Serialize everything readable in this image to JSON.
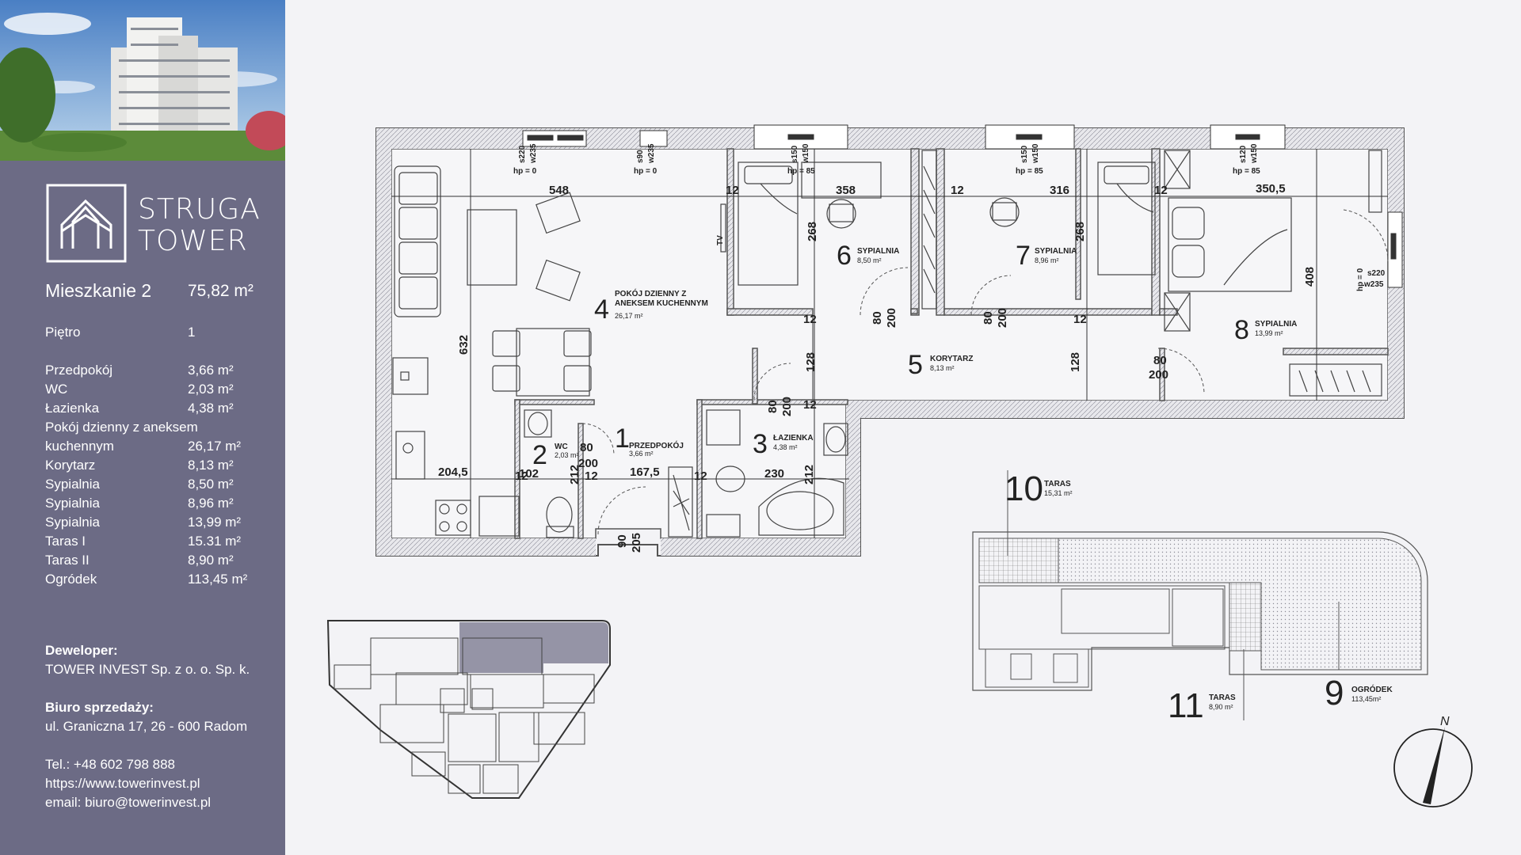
{
  "brand": {
    "line1": "STRUGA",
    "line2": "TOWER"
  },
  "unit": {
    "title": "Mieszkanie 2",
    "area": "75,82 m²"
  },
  "floor": {
    "label": "Piętro",
    "value": "1"
  },
  "rooms": [
    {
      "label": "Przedpokój",
      "value": "3,66 m²"
    },
    {
      "label": "WC",
      "value": "2,03 m²"
    },
    {
      "label": "Łazienka",
      "value": "4,38 m²"
    },
    {
      "label": "Pokój dzienny z aneksem",
      "value": ""
    },
    {
      "label": "kuchennym",
      "value": "26,17 m²"
    },
    {
      "label": "Korytarz",
      "value": "8,13 m²"
    },
    {
      "label": "Sypialnia",
      "value": "8,50 m²"
    },
    {
      "label": "Sypialnia",
      "value": "8,96 m²"
    },
    {
      "label": "Sypialnia",
      "value": "13,99 m²"
    },
    {
      "label": "Taras I",
      "value": "15.31 m²"
    },
    {
      "label": "Taras II",
      "value": "8,90 m²"
    },
    {
      "label": "Ogródek",
      "value": "113,45 m²"
    }
  ],
  "developer": {
    "heading": "Deweloper:",
    "name": "TOWER INVEST Sp. z o. o. Sp. k."
  },
  "sales_office": {
    "heading": "Biuro sprzedaży:",
    "address": "ul. Graniczna 17, 26 - 600 Radom"
  },
  "contact": {
    "phone": "Tel.: +48  602 798 888",
    "website": "https://www.towerinvest.pl",
    "email": "email: biuro@towerinvest.pl"
  },
  "plan": {
    "room_labels": [
      {
        "num": "1",
        "name": "PRZEDPOKÓJ",
        "area": "3,66 m²"
      },
      {
        "num": "2",
        "name": "WC",
        "area": "2,03 m²"
      },
      {
        "num": "3",
        "name": "ŁAZIENKA",
        "area": "4,38 m²"
      },
      {
        "num": "4",
        "name": "POKÓJ DZIENNY Z",
        "name2": "ANEKSEM KUCHENNYM",
        "area": "26,17 m²"
      },
      {
        "num": "5",
        "name": "KORYTARZ",
        "area": "8,13 m²"
      },
      {
        "num": "6",
        "name": "SYPIALNIA",
        "area": "8,50 m²"
      },
      {
        "num": "7",
        "name": "SYPIALNIA",
        "area": "8,96 m²"
      },
      {
        "num": "8",
        "name": "SYPIALNIA",
        "area": "13,99 m²"
      },
      {
        "num": "9",
        "name": "OGRÓDEK",
        "area": "113,45m²"
      },
      {
        "num": "10",
        "name": "TARAS",
        "area": "15,31 m²"
      },
      {
        "num": "11",
        "name": "TARAS",
        "area": "8,90 m²"
      }
    ],
    "dimensions": [
      "548",
      "358",
      "316",
      "350,5",
      "632",
      "268",
      "268",
      "408",
      "204,5",
      "102",
      "167,5",
      "230",
      "128",
      "128",
      "12",
      "80",
      "200",
      "90",
      "205",
      "212"
    ],
    "windows": [
      {
        "s": "s220",
        "w": "w235",
        "hp": "hp = 0"
      },
      {
        "s": "s90",
        "w": "w235",
        "hp": "hp = 0"
      },
      {
        "s": "s150",
        "w": "w150",
        "hp": "hp = 85"
      },
      {
        "s": "s150",
        "w": "w150",
        "hp": "hp = 85"
      },
      {
        "s": "s120",
        "w": "w150",
        "hp": "hp = 85"
      },
      {
        "s": "s220",
        "w": "w235",
        "hp": "hp = 0"
      }
    ],
    "tv_label": "TV",
    "north": "N"
  }
}
